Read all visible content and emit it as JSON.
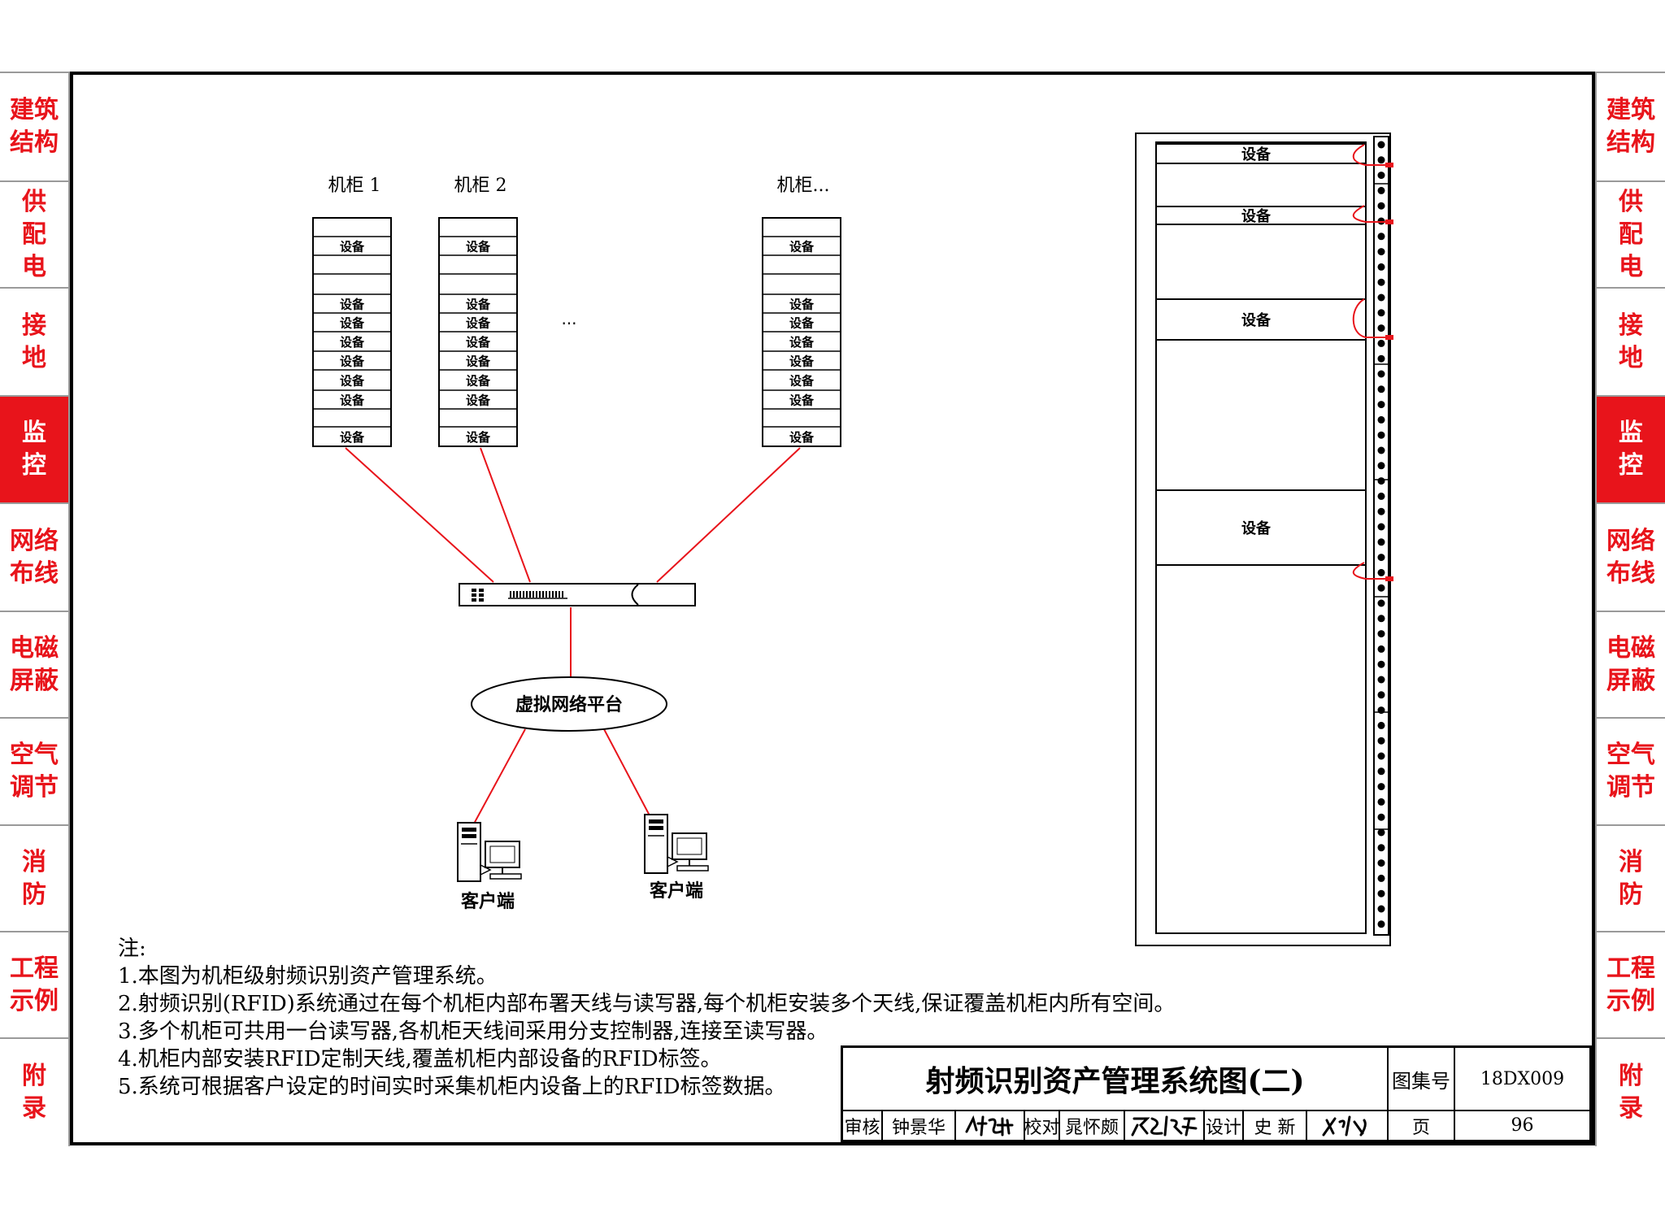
{
  "side_tabs": [
    {
      "lines": [
        "建筑",
        "结构"
      ],
      "active": false
    },
    {
      "lines": [
        "供",
        "配",
        "电"
      ],
      "active": false
    },
    {
      "lines": [
        "接",
        "地"
      ],
      "active": false
    },
    {
      "lines": [
        "监",
        "控"
      ],
      "active": true
    },
    {
      "lines": [
        "网络",
        "布线"
      ],
      "active": false
    },
    {
      "lines": [
        "电磁",
        "屏蔽"
      ],
      "active": false
    },
    {
      "lines": [
        "空气",
        "调节"
      ],
      "active": false
    },
    {
      "lines": [
        "消",
        "防"
      ],
      "active": false
    },
    {
      "lines": [
        "工程",
        "示例"
      ],
      "active": false
    },
    {
      "lines": [
        "附",
        "录"
      ],
      "active": false
    }
  ],
  "diagram": {
    "cabinets": [
      {
        "label": "机柜 1",
        "slot_label": "设备"
      },
      {
        "label": "机柜 2",
        "slot_label": "设备"
      },
      {
        "label": "机柜...",
        "slot_label": "设备"
      }
    ],
    "ellipsis": "···",
    "platform_label": "虚拟网络平台",
    "clients": [
      {
        "label": "客户端"
      },
      {
        "label": "客户端"
      }
    ],
    "rack_devices": [
      "设备",
      "设备",
      "设备",
      "设备"
    ]
  },
  "notes": {
    "heading": "注:",
    "items": [
      "1.本图为机柜级射频识别资产管理系统。",
      "2.射频识别(RFID)系统通过在每个机柜内部布署天线与读写器,每个机柜安装多个天线,保证覆盖机柜内所有空间。",
      "3.多个机柜可共用一台读写器,各机柜天线间采用分支控制器,连接至读写器。",
      "4.机柜内部安装RFID定制天线,覆盖机柜内部设备的RFID标签。",
      "5.系统可根据客户设定的时间实时采集机柜内设备上的RFID标签数据。"
    ]
  },
  "title_block": {
    "title": "射频识别资产管理系统图(二)",
    "atlas_label": "图集号",
    "atlas_no": "18DX009",
    "page_label": "页",
    "page_no": "96",
    "review_label": "审核",
    "reviewer": "钟景华",
    "check_label": "校对",
    "checker": "晁怀颇",
    "design_label": "设计",
    "designer": "史 新"
  },
  "colors": {
    "accent_red": "#e8141b",
    "line": "#000000",
    "tab_border": "#9a9a9a"
  }
}
